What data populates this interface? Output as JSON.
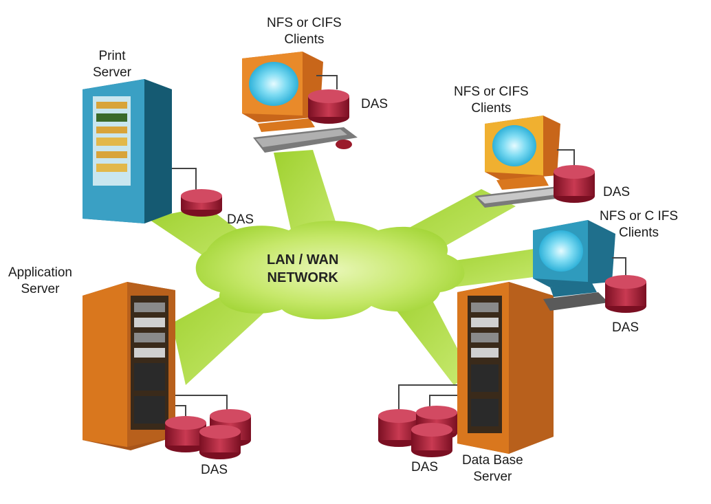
{
  "network": {
    "line1": "LAN / WAN",
    "line2": "NETWORK"
  },
  "nodes": {
    "print_server": {
      "line1": "Print",
      "line2": "Server"
    },
    "application_server": {
      "line1": "Application",
      "line2": "Server"
    },
    "database_server": {
      "line1": "Data Base",
      "line2": "Server"
    },
    "client_top": {
      "line1": "NFS or CIFS",
      "line2": "Clients"
    },
    "client_right": {
      "line1": "NFS or CIFS",
      "line2": "Clients"
    },
    "client_lower": {
      "line1": "NFS or C IFS",
      "line2": "Clients"
    }
  },
  "das_label": "DAS",
  "colors": {
    "link_green": "#a8d63a",
    "rack_orange": "#d9771e",
    "rack_blue": "#2f8fb0",
    "disk_red": "#b8243a",
    "screen_cyan": "#39c6e8"
  }
}
